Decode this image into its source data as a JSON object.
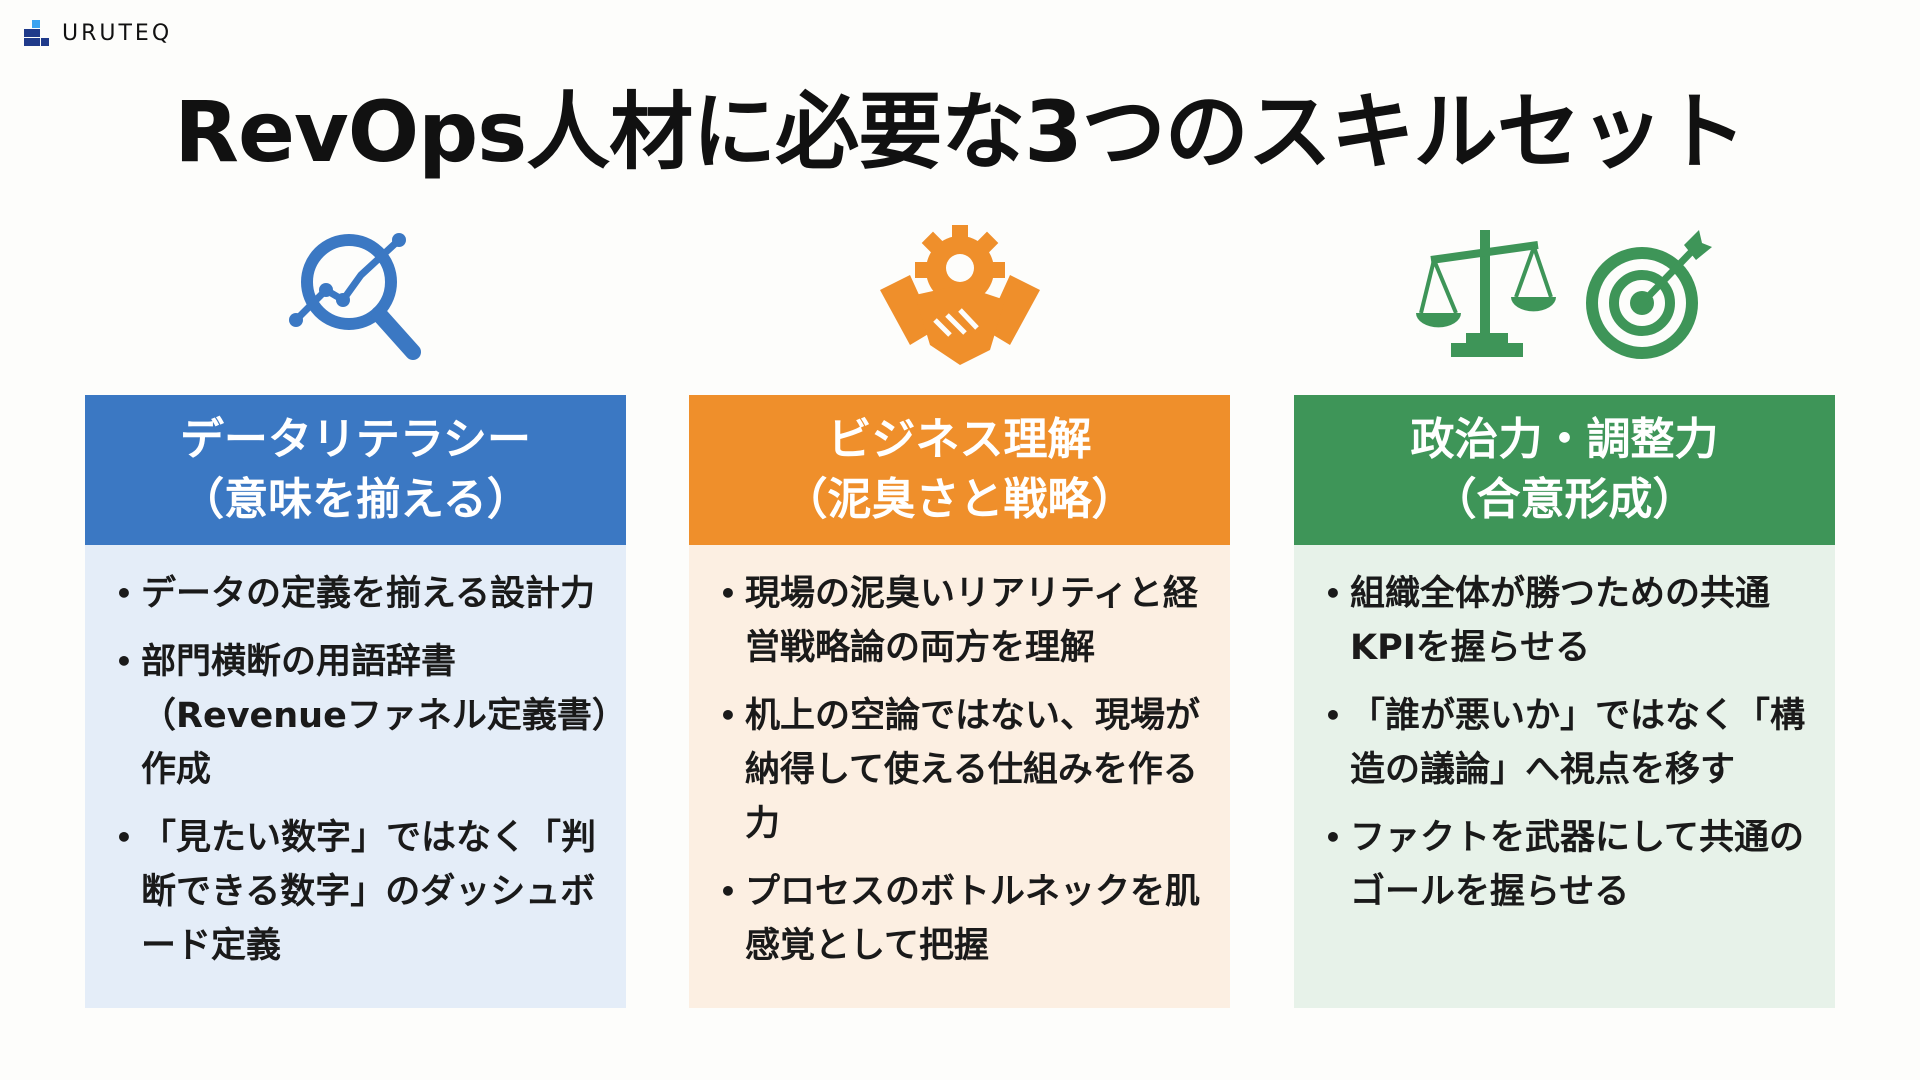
{
  "brand": {
    "name": "URUTEQ"
  },
  "title": "RevOps人材に必要な3つのスキルセット",
  "colors": {
    "blue": "#3b78c3",
    "orange": "#ef8f2b",
    "green": "#3e9558",
    "blue_bg": "#e4edf8",
    "orange_bg": "#fcefe2",
    "green_bg": "#e7f2e9"
  },
  "columns": [
    {
      "icon": "magnifier-chart-icon",
      "title_line1": "データリテラシー",
      "title_line2": "（意味を揃える）",
      "bullets": [
        "データの定義を揃える設計力",
        "部門横断の用語辞書（Revenueファネル定義書）作成",
        "「見たい数字」ではなく「判断できる数字」のダッシュボード定義"
      ]
    },
    {
      "icon": "gear-handshake-icon",
      "title_line1": "ビジネス理解",
      "title_line2": "（泥臭さと戦略）",
      "bullets": [
        "現場の泥臭いリアリティと経営戦略論の両方を理解",
        "机上の空論ではない、現場が納得して使える仕組みを作る力",
        "プロセスのボトルネックを肌感覚として把握"
      ]
    },
    {
      "icon": "scale-target-icon",
      "title_line1": "政治力・調整力",
      "title_line2": "（合意形成）",
      "bullets": [
        "組織全体が勝つための共通KPIを握らせる",
        "「誰が悪いか」ではなく「構造の議論」へ視点を移す",
        "ファクトを武器にして共通のゴールを握らせる"
      ]
    }
  ]
}
